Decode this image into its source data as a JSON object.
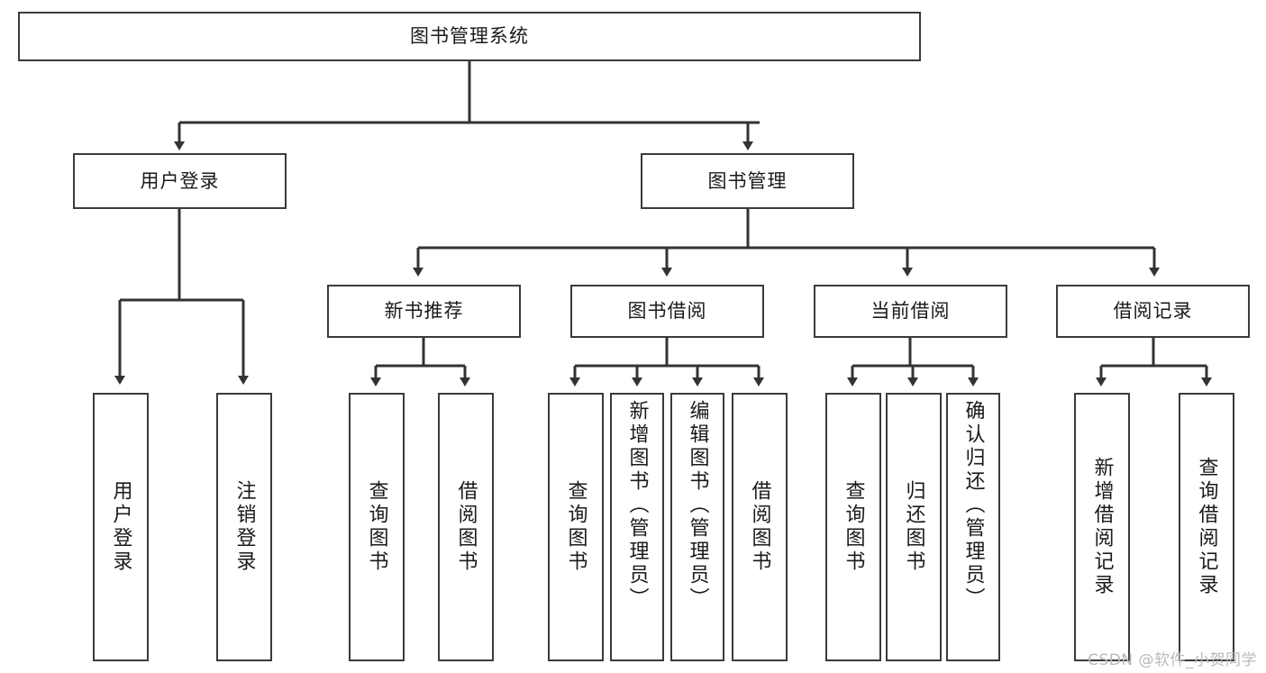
{
  "diagram": {
    "title": "图书管理系统",
    "type": "tree",
    "watermark": "CSDN @软件_小贺同学",
    "colors": {
      "box_border": "#3b3b3b",
      "box_fill": "#ffffff",
      "line": "#333333",
      "text": "#1a1a1a",
      "watermark": "#b9b9b9"
    },
    "root": {
      "label": "图书管理系统"
    },
    "level2": [
      {
        "label": "用户登录"
      },
      {
        "label": "图书管理"
      }
    ],
    "level3": [
      {
        "label": "新书推荐"
      },
      {
        "label": "图书借阅"
      },
      {
        "label": "当前借阅"
      },
      {
        "label": "借阅记录"
      }
    ],
    "leaves": {
      "user_login": [
        {
          "label": "用户登录"
        },
        {
          "label": "注销登录"
        }
      ],
      "new_book_recommend": [
        {
          "label": "查询图书"
        },
        {
          "label": "借阅图书"
        }
      ],
      "book_borrow": [
        {
          "label": "查询图书"
        },
        {
          "label": "新增图书（管理员）"
        },
        {
          "label": "编辑图书（管理员）"
        },
        {
          "label": "借阅图书"
        }
      ],
      "current_borrow": [
        {
          "label": "查询图书"
        },
        {
          "label": "归还图书"
        },
        {
          "label": "确认归还（管理员）"
        }
      ],
      "borrow_records": [
        {
          "label": "新增借阅记录"
        },
        {
          "label": "查询借阅记录"
        }
      ]
    }
  }
}
